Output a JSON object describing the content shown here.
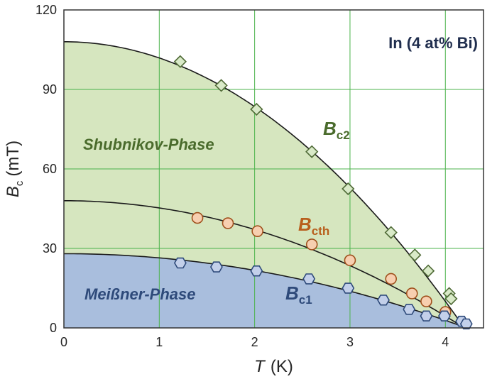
{
  "chart_data": {
    "type": "scatter",
    "title": "In (4 at% Bi)",
    "xlabel": {
      "symbol": "T",
      "unit": "(K)"
    },
    "ylabel": {
      "symbol": "B",
      "subscript": "c",
      "unit": "(mT)"
    },
    "xlim": [
      0,
      4.4
    ],
    "ylim": [
      0,
      120
    ],
    "xticks": [
      "0",
      "1",
      "2",
      "3",
      "4"
    ],
    "yticks": [
      "0",
      "30",
      "60",
      "90",
      "120"
    ],
    "grid": true,
    "regions": [
      {
        "label": "Shubnikov-Phase",
        "color": "#d6e6bf",
        "text_color": "#4a6b2c"
      },
      {
        "label": "Meißner-Phase",
        "color": "#a9bedd",
        "text_color": "#2e4a7a"
      }
    ],
    "series": [
      {
        "label_main": "B",
        "label_sub": "c2",
        "marker": "diamond",
        "color": "#d9eac8",
        "edge": "#4f6a36",
        "text_color": "#4a6b2c",
        "tc": 4.2,
        "b0": 108,
        "x": [
          1.22,
          1.65,
          2.02,
          2.6,
          2.98,
          3.43,
          3.68,
          3.82,
          4.04,
          4.06
        ],
        "y": [
          100.5,
          91.5,
          82.5,
          66.5,
          52.5,
          36,
          27.5,
          21.5,
          13,
          11
        ]
      },
      {
        "label_main": "B",
        "label_sub": "cth",
        "marker": "circle",
        "color": "#f7cfb0",
        "edge": "#a0501c",
        "text_color": "#b85e1c",
        "tc": 4.2,
        "b0": 48,
        "x": [
          1.4,
          1.72,
          2.03,
          2.6,
          3.0,
          3.43,
          3.65,
          3.8,
          4.0
        ],
        "y": [
          41.5,
          39.5,
          36.5,
          31.5,
          25.5,
          18.5,
          13,
          10,
          6
        ]
      },
      {
        "label_main": "B",
        "label_sub": "c1",
        "marker": "hexagon",
        "color": "#c3d0ea",
        "edge": "#2e4a7a",
        "text_color": "#2e4a7a",
        "tc": 4.22,
        "b0": 28,
        "x": [
          1.22,
          1.6,
          2.02,
          2.57,
          2.98,
          3.35,
          3.62,
          3.8,
          3.99,
          4.17,
          4.22
        ],
        "y": [
          24.5,
          23,
          21.5,
          18.5,
          15,
          10.5,
          7,
          4.5,
          4.5,
          2.5,
          1.5
        ]
      }
    ]
  }
}
